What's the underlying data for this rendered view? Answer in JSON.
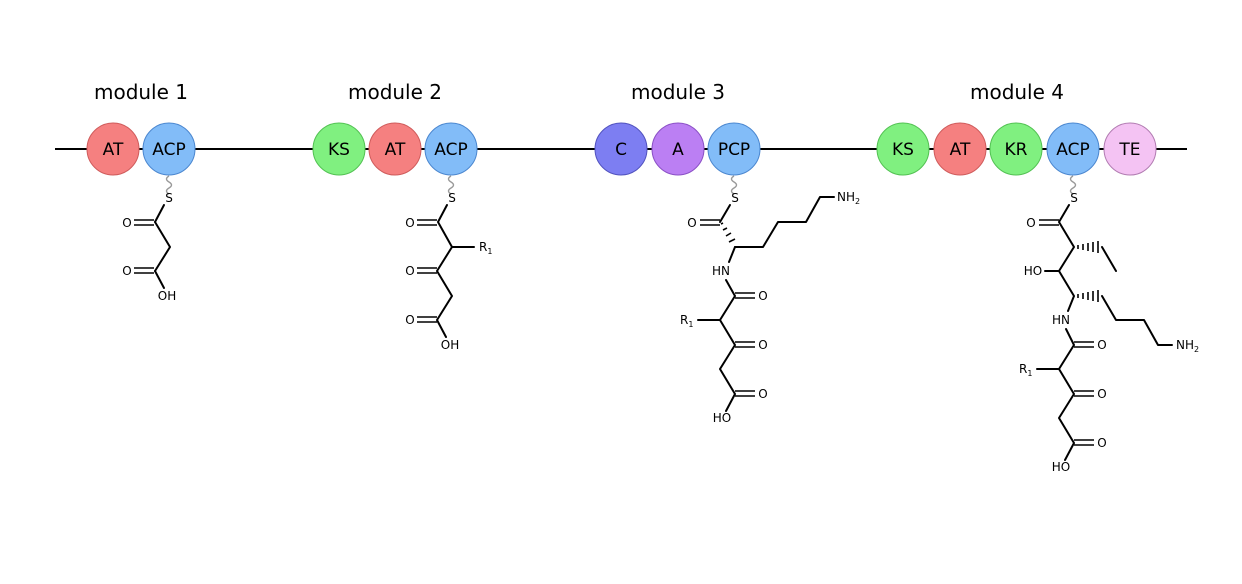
{
  "modules": [
    {
      "title": "module 1",
      "domains": [
        {
          "label": "AT",
          "type": "AT"
        },
        {
          "label": "ACP",
          "type": "ACP"
        }
      ]
    },
    {
      "title": "module 2",
      "domains": [
        {
          "label": "KS",
          "type": "KS"
        },
        {
          "label": "AT",
          "type": "AT"
        },
        {
          "label": "ACP",
          "type": "ACP"
        }
      ]
    },
    {
      "title": "module 3",
      "domains": [
        {
          "label": "C",
          "type": "C"
        },
        {
          "label": "A",
          "type": "A"
        },
        {
          "label": "PCP",
          "type": "ACP"
        }
      ]
    },
    {
      "title": "module 4",
      "domains": [
        {
          "label": "KS",
          "type": "KS"
        },
        {
          "label": "AT",
          "type": "AT"
        },
        {
          "label": "KR",
          "type": "KR"
        },
        {
          "label": "ACP",
          "type": "ACP"
        },
        {
          "label": "TE",
          "type": "TE"
        }
      ]
    }
  ],
  "domain_colors": {
    "AT": {
      "fill": "#f58080",
      "stroke": "#cf5b5b"
    },
    "ACP": {
      "fill": "#82bcf8",
      "stroke": "#4a86cf"
    },
    "KS": {
      "fill": "#80f080",
      "stroke": "#52c152"
    },
    "KR": {
      "fill": "#80f080",
      "stroke": "#52c152"
    },
    "C": {
      "fill": "#7d7ef2",
      "stroke": "#5152be"
    },
    "A": {
      "fill": "#bb7ff3",
      "stroke": "#8a4fc5"
    },
    "TE": {
      "fill": "#f4c3f3",
      "stroke": "#b17bb1"
    }
  },
  "atoms": {
    "S": "S",
    "O": "O",
    "OH": "OH",
    "HO": "HO",
    "HN": "HN",
    "NH": "NH",
    "R": "R",
    "sub_1": "1",
    "sub_2": "2"
  }
}
